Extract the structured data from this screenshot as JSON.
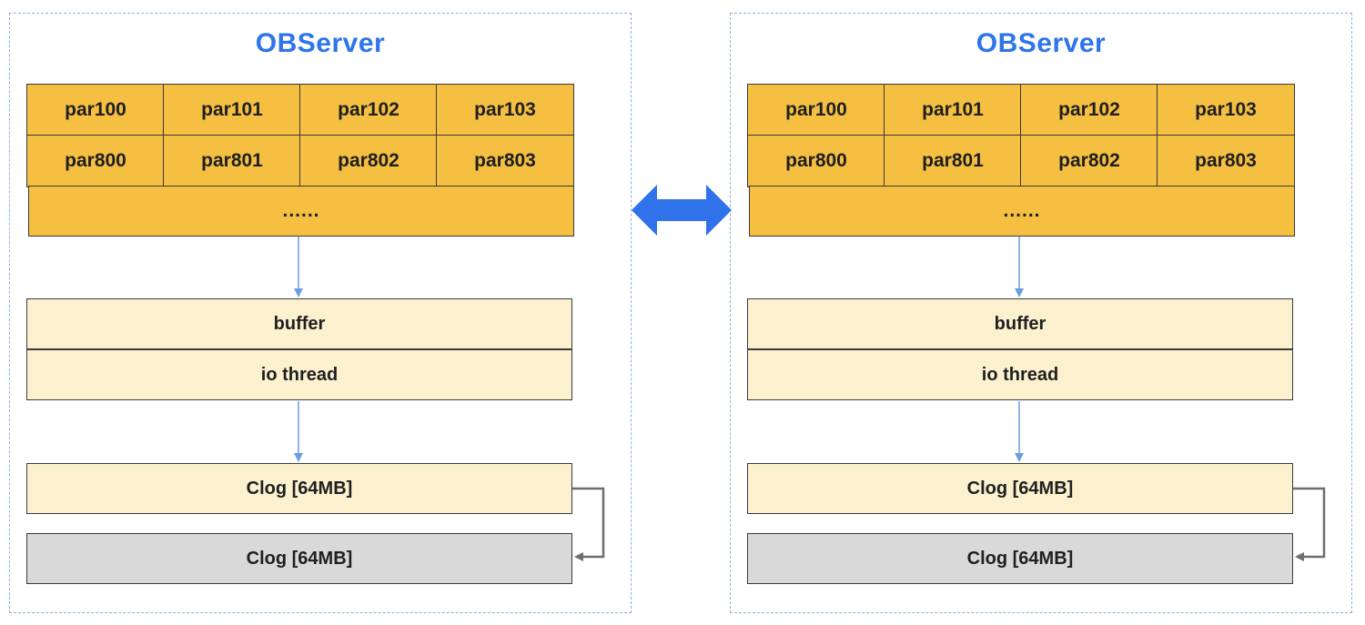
{
  "servers": [
    {
      "title": "OBServer",
      "partitions_row1": [
        "par100",
        "par101",
        "par102",
        "par103"
      ],
      "partitions_row2": [
        "par800",
        "par801",
        "par802",
        "par803"
      ],
      "ellipsis": "......",
      "buffer_label": "buffer",
      "io_thread_label": "io thread",
      "clog_active_label": "Clog [64MB]",
      "clog_next_label": "Clog [64MB]"
    },
    {
      "title": "OBServer",
      "partitions_row1": [
        "par100",
        "par101",
        "par102",
        "par103"
      ],
      "partitions_row2": [
        "par800",
        "par801",
        "par802",
        "par803"
      ],
      "ellipsis": "......",
      "buffer_label": "buffer",
      "io_thread_label": "io thread",
      "clog_active_label": "Clog [64MB]",
      "clog_next_label": "Clog [64MB]"
    }
  ],
  "colors": {
    "title": "#2e74ea",
    "partition_fill": "#f5bf42",
    "light_fill": "#fcf1cf",
    "gray_fill": "#d9d9d9",
    "flow_arrow": "#6a9ee0",
    "sync_arrow": "#2f72ea",
    "rotate_arrow": "#6e6e6e"
  },
  "icons": {
    "sync": "double-headed-arrow-icon",
    "flow": "down-arrow-icon",
    "rotate": "elbow-arrow-icon"
  }
}
